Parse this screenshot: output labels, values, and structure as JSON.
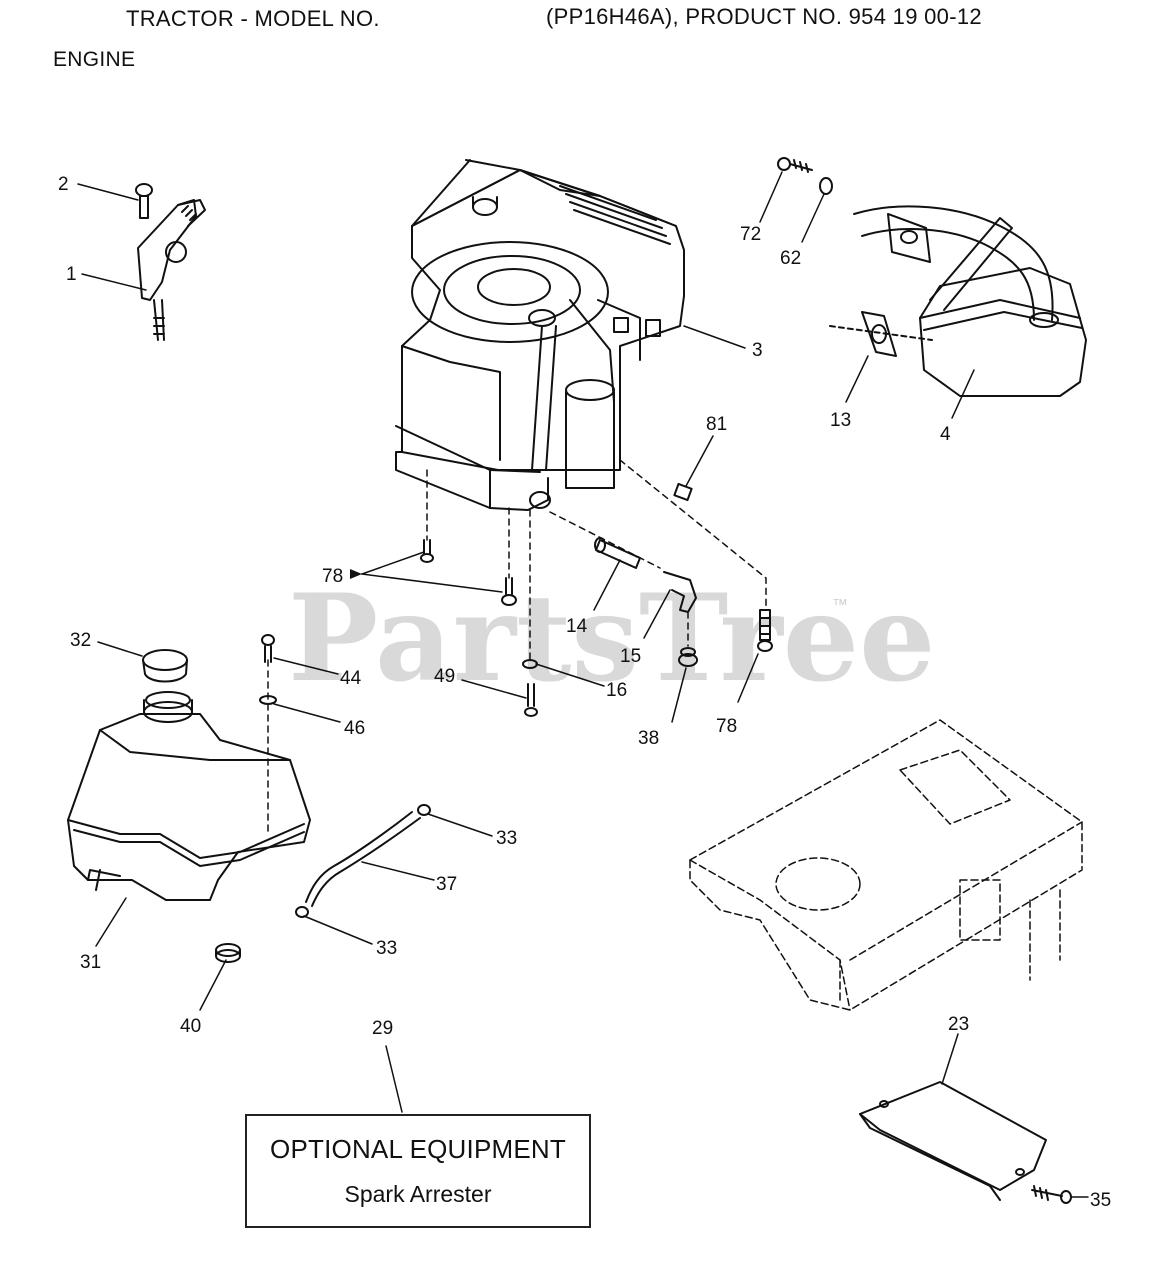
{
  "header": {
    "title_left": "TRACTOR - MODEL NO.",
    "title_right": "(PP16H46A), PRODUCT NO. 954 19 00-12",
    "section": "ENGINE"
  },
  "watermark": {
    "text": "PartsTree",
    "trademark": "™"
  },
  "callouts": {
    "c1": "1",
    "c2": "2",
    "c3": "3",
    "c4": "4",
    "c13": "13",
    "c14": "14",
    "c15": "15",
    "c16": "16",
    "c23": "23",
    "c29": "29",
    "c31": "31",
    "c32": "32",
    "c33a": "33",
    "c33b": "33",
    "c35": "35",
    "c37": "37",
    "c38": "38",
    "c40": "40",
    "c44": "44",
    "c46": "46",
    "c49": "49",
    "c62": "62",
    "c72": "72",
    "c78a": "78",
    "c78b": "78",
    "c81": "81"
  },
  "optional_box": {
    "title": "OPTIONAL EQUIPMENT",
    "subtitle": "Spark Arrester"
  },
  "colors": {
    "line": "#111111",
    "watermark": "#d9d9d9"
  }
}
